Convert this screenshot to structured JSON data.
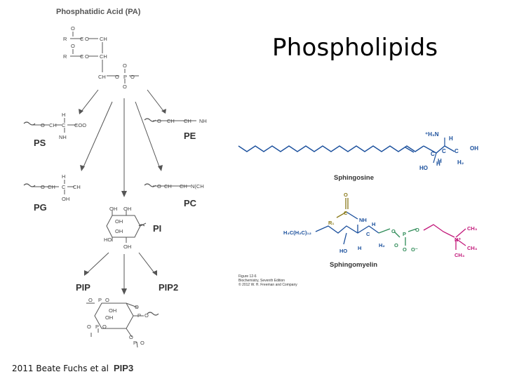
{
  "slide": {
    "title": "Phospholipids",
    "credit": "2011 Beate Fuchs et al"
  },
  "left_diagram": {
    "heading": "Phosphatidic Acid (PA)",
    "labels": {
      "ps": "PS",
      "pe": "PE",
      "pg": "PG",
      "pc": "PC",
      "pi": "PI",
      "pip": "PIP",
      "pip2": "PIP2",
      "pip3": "PIP3"
    }
  },
  "right_diagram": {
    "sphingosine_label": "Sphingosine",
    "sphingomyelin_label": "Sphingomyelin",
    "figure_note": {
      "line1": "Figure 12-6",
      "line2": "Biochemistry, Seventh Edition",
      "line3": "© 2012 W. H. Freeman and Company"
    }
  },
  "colors": {
    "structure_gray": "#555555",
    "sphingo_blue": "#1a4f9c",
    "headgroup_magenta": "#c2187a",
    "linker_green": "#2e8b57",
    "carbonyl_olive": "#8a7a1a"
  }
}
